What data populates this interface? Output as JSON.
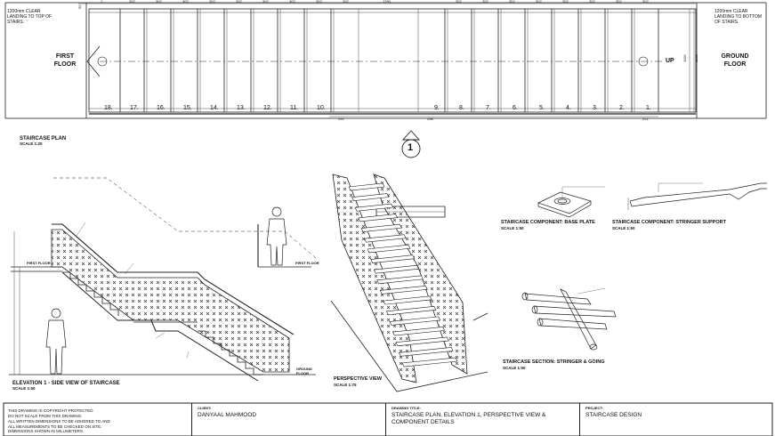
{
  "plan": {
    "landing_top_note": "1200mm CLEAR LANDING TO TOP OF STAIRS.",
    "landing_bottom_note": "1200mm CLEAR LANDING TO BOTTOM OF STAIRS.",
    "first_floor": "FIRST FLOOR",
    "ground_floor": "GROUND FLOOR",
    "up": "UP",
    "width_dims": [
      "1100",
      "1200"
    ],
    "top_dims_left": [
      "50",
      "1",
      "302",
      "302",
      "302",
      "302",
      "302",
      "302",
      "302",
      "302",
      "302"
    ],
    "top_dim_centre": "1250",
    "top_dims_right": [
      "302",
      "302",
      "302",
      "302",
      "302",
      "302",
      "302",
      "302"
    ],
    "step_numbers": [
      "18.",
      "17.",
      "16.",
      "15.",
      "14.",
      "13.",
      "12.",
      "11.",
      "10.",
      "9.",
      "8.",
      "7.",
      "6.",
      "5.",
      "4.",
      "3.",
      "2.",
      "1."
    ],
    "bottom_dims": [
      "292",
      "298",
      "221"
    ],
    "title": "STAIRCASE PLAN",
    "scale": "SCALE 1:20",
    "marker": "1"
  },
  "elevation": {
    "first_floor_tag": "FIRST FLOOR",
    "ground_floor_tag": "GROUND FLOOR",
    "title": "ELEVATION 1 - SIDE VIEW OF STAIRCASE",
    "scale": "SCALE 1:50"
  },
  "perspective": {
    "title": "PERSPECTIVE VIEW",
    "scale": "SCALE 1:75"
  },
  "components": {
    "base_plate_title": "STAIRCASE COMPONENT: BASE PLATE",
    "base_plate_scale": "SCALE 1:50",
    "stringer_support_title": "STAIRCASE COMPONENT: STRINGER SUPPORT",
    "stringer_support_scale": "SCALE 1:50",
    "section_title": "STAIRCASE SECTION: STRINGER & GOING",
    "section_scale": "SCALE 1:50"
  },
  "title_block": {
    "copyright": "THIS DRAWING IS COPYRIGHT PROTECTED\nDO NOT SCALE FROM THIS DRAWING.\nALL WRITTEN DIMENSIONS TO BE ADHERED TO AND\nALL MEASUREMENTS TO BE CHECKED ON SITE.\nDIMENSIONS SHOWN IN MILLIMETERS.",
    "client_label": "CLIENT:",
    "client": "DANYAAL MAHMOOD",
    "drawing_title_label": "DRAWING TITLE:",
    "drawing_title": "STAIRCASE PLAN, ELEVATION 1, PERSPECTIVE VIEW & COMPONENT DETAILS",
    "project_label": "PROJECT:",
    "project": "STAIRCASE DESIGN"
  }
}
